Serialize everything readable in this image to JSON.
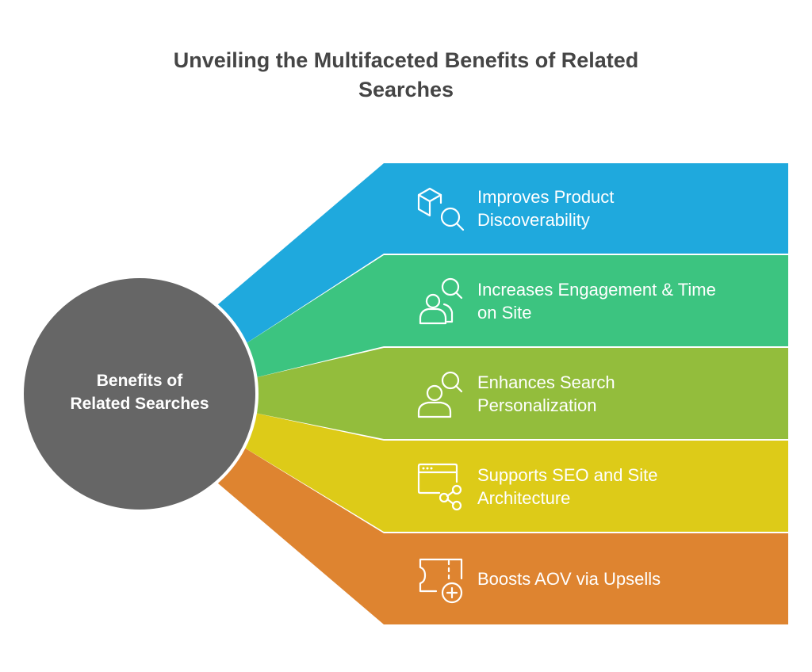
{
  "title": {
    "line1": "Unveiling the Multifaceted Benefits of Related",
    "line2": "Searches"
  },
  "center": {
    "line1": "Benefits of",
    "line2": "Related Searches",
    "color": "#666666"
  },
  "branches": [
    {
      "line1": "Improves Product",
      "line2": "Discoverability",
      "icon": "box-search-icon",
      "color": "#1FA9DD"
    },
    {
      "line1": "Increases Engagement & Time",
      "line2": "on Site",
      "icon": "users-search-icon",
      "color": "#3CC480"
    },
    {
      "line1": "Enhances Search",
      "line2": "Personalization",
      "icon": "user-search-icon",
      "color": "#93BD3C"
    },
    {
      "line1": "Supports SEO and Site",
      "line2": "Architecture",
      "icon": "browser-share-icon",
      "color": "#DDCB18"
    },
    {
      "line1": "Boosts AOV via Upsells",
      "line2": "",
      "icon": "ticket-plus-icon",
      "color": "#DE8430"
    }
  ]
}
